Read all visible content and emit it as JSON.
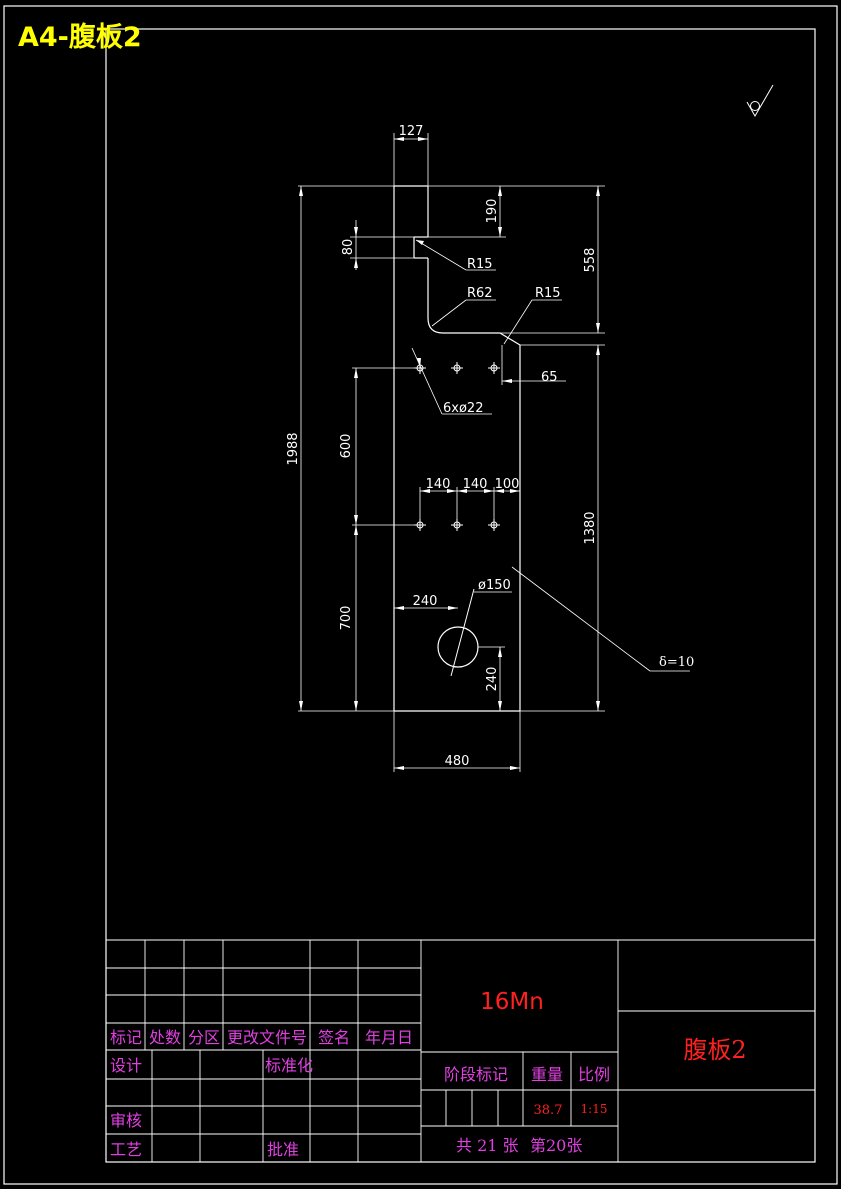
{
  "sheet": {
    "title": "A4-腹板2"
  },
  "dims": {
    "d127": "127",
    "d190": "190",
    "d80": "80",
    "d558": "558",
    "r15a": "R15",
    "r62": "R62",
    "r15b": "R15",
    "d65": "65",
    "holes": "6xø22",
    "d1988": "1988",
    "d600": "600",
    "d140a": "140",
    "d140b": "140",
    "d100": "100",
    "d1380": "1380",
    "d240h": "240",
    "d150": "ø150",
    "d700": "700",
    "d240v": "240",
    "d480": "480",
    "thk": "δ=10"
  },
  "titleblock": {
    "h_mark": "标记",
    "h_count": "处数",
    "h_zone": "分区",
    "h_docno": "更改文件号",
    "h_sign": "签名",
    "h_date": "年月日",
    "design": "设计",
    "standard": "标准化",
    "review": "审核",
    "process": "工艺",
    "approve": "批准",
    "stage": "阶段标记",
    "weight_label": "重量",
    "scale_label": "比例",
    "material": "16Mn",
    "part_name": "腹板2",
    "weight": "38.7",
    "scale": "1:15",
    "sheets_total": "共 21 张",
    "sheet_no": "第20张"
  }
}
